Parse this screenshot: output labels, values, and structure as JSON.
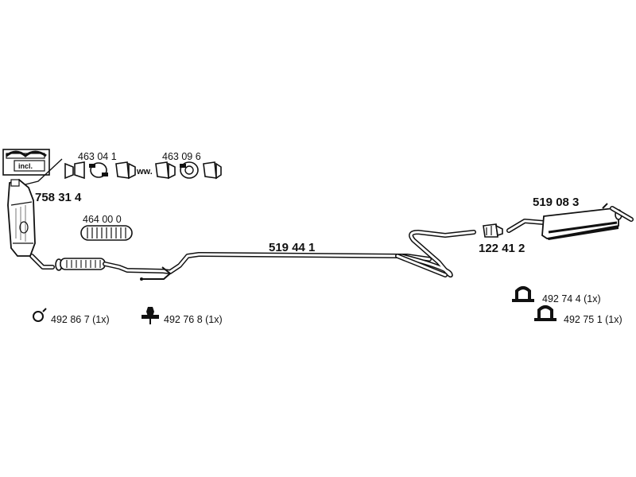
{
  "diagram": {
    "parts": {
      "cat_converter": "758 31 4",
      "incl_box": "incl.",
      "clamp_1": "463 04 1",
      "clamp_2": "463 09 6",
      "clamp_link": "ww.",
      "flex_pipe": "464 00 0",
      "middle_pipe": "519 44 1",
      "connector": "122 41 2",
      "rear_silencer": "519 08 3"
    },
    "accessories": {
      "ring": "492 86 7 (1x)",
      "hanger_front": "492 76 8 (1x)",
      "hanger_rear_1": "492 74 4 (1x)",
      "hanger_rear_2": "492 75 1 (1x)"
    }
  }
}
